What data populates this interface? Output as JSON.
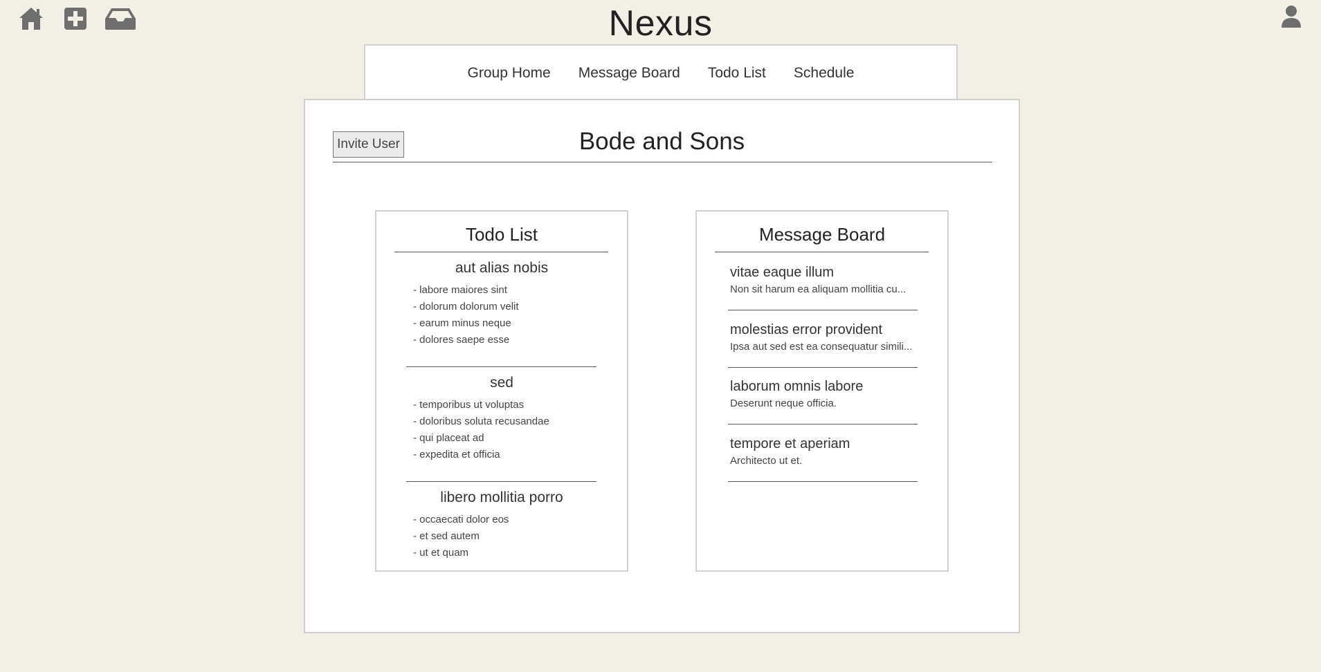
{
  "app": {
    "title": "Nexus",
    "icons": {
      "home": "home-icon",
      "add": "plus-square-icon",
      "inbox": "inbox-icon",
      "user": "user-icon"
    }
  },
  "nav": {
    "items": [
      {
        "label": "Group Home"
      },
      {
        "label": "Message Board"
      },
      {
        "label": "Todo List"
      },
      {
        "label": "Schedule"
      }
    ]
  },
  "group": {
    "name": "Bode and Sons",
    "invite_label": "Invite User"
  },
  "todo_card": {
    "title": "Todo List",
    "groups": [
      {
        "title": "aut alias nobis",
        "items": [
          "- labore maiores sint",
          "- dolorum dolorum velit",
          "- earum minus neque",
          "- dolores saepe esse"
        ]
      },
      {
        "title": "sed",
        "items": [
          "- temporibus ut voluptas",
          "- doloribus soluta recusandae",
          "- qui placeat ad",
          "- expedita et officia"
        ]
      },
      {
        "title": "libero mollitia porro",
        "items": [
          "- occaecati dolor eos",
          "- et sed autem",
          "- ut et quam"
        ]
      }
    ]
  },
  "message_card": {
    "title": "Message Board",
    "messages": [
      {
        "title": "vitae eaque illum",
        "preview": "Non sit harum ea aliquam mollitia cu..."
      },
      {
        "title": "molestias error provident",
        "preview": "Ipsa aut sed est ea consequatur simili..."
      },
      {
        "title": "laborum omnis labore",
        "preview": "Deserunt neque officia."
      },
      {
        "title": "tempore et aperiam",
        "preview": "Architecto ut et."
      }
    ]
  },
  "colors": {
    "background": "#f2f0e6",
    "panel": "#ffffff",
    "border": "#cfcfcf",
    "icon": "#6e6e6e"
  }
}
